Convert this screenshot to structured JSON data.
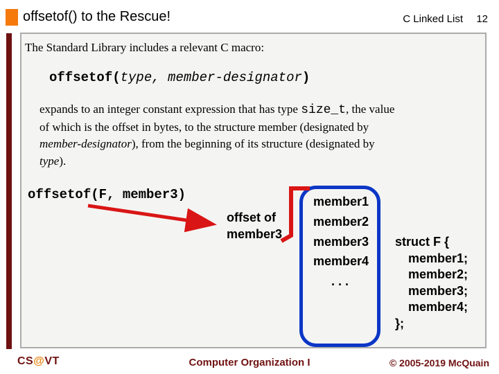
{
  "slide": {
    "title": "offsetof() to the Rescue!",
    "course_tag": "C Linked List",
    "page_number": "12"
  },
  "colors": {
    "accent_orange": "#f5790b",
    "accent_maroon": "#701212",
    "diagram_red": "#d91515",
    "diagram_blue": "#0b36c6",
    "panel_background": "#f4f4f2"
  },
  "intro": "The Standard Library includes a relevant C macro:",
  "macro_syntax": {
    "keyword": "offsetof(",
    "args": "type, member-designator",
    "close": ")"
  },
  "paragraph": {
    "runs": [
      {
        "t": "expands to an integer constant expression that has type ",
        "s": "serif"
      },
      {
        "t": "size_t",
        "s": "mono"
      },
      {
        "t": ", the value",
        "s": "serif"
      },
      {
        "s": "br"
      },
      {
        "t": "of which is the offset in bytes, to the structure member (designated by",
        "s": "serif"
      },
      {
        "s": "br"
      },
      {
        "t": "member-designator",
        "s": "italic"
      },
      {
        "t": "), from the beginning of its structure (designated by",
        "s": "serif"
      },
      {
        "s": "br"
      },
      {
        "t": "type",
        "s": "italic"
      },
      {
        "t": ").",
        "s": "serif"
      }
    ]
  },
  "example": {
    "code": "offsetof(F, member3)",
    "label_line1": "offset of",
    "label_line2": "member3"
  },
  "memory_box": {
    "members": [
      "member1",
      "member2",
      "member3",
      "member4",
      ". . ."
    ]
  },
  "struct_def": {
    "lines": [
      "struct F {",
      "member1;",
      "member2;",
      "member3;",
      "member4;",
      "};"
    ]
  },
  "footer": {
    "dept_cs": "CS",
    "dept_at": "@",
    "dept_vt": "VT",
    "course": "Computer Organization I",
    "copyright": "© 2005-2019 McQuain"
  }
}
